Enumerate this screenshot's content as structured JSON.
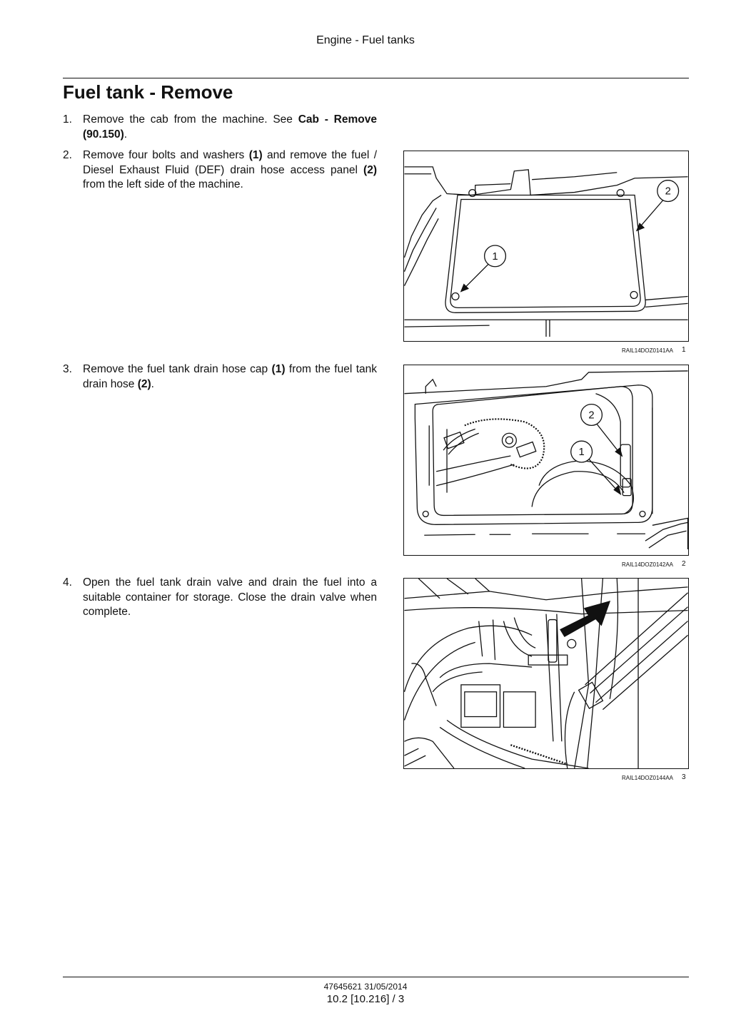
{
  "header": {
    "section_title": "Engine - Fuel tanks"
  },
  "page_title": "Fuel tank - Remove",
  "steps": [
    {
      "num": "1.",
      "t1": "Remove the cab from the machine.  See ",
      "b1": "Cab - Remove (90.150)",
      "t2": "."
    },
    {
      "num": "2.",
      "t1": "Remove four bolts and washers ",
      "b1": "(1)",
      "t2": " and remove the fuel / Diesel Exhaust Fluid (DEF) drain hose access panel ",
      "b2": "(2)",
      "t3": " from the left side of the machine."
    },
    {
      "num": "3.",
      "t1": "Remove the fuel tank drain hose cap ",
      "b1": "(1)",
      "t2": " from the fuel tank drain hose ",
      "b2": "(2)",
      "t3": "."
    },
    {
      "num": "4.",
      "t1": "Open the fuel tank drain valve and drain the fuel into a suitable container for storage.  Close the drain valve when complete."
    }
  ],
  "figures": [
    {
      "code": "RAIL14DOZ0141AA",
      "number": "1",
      "callouts": [
        "1",
        "2"
      ]
    },
    {
      "code": "RAIL14DOZ0142AA",
      "number": "2",
      "callouts": [
        "2",
        "1"
      ]
    },
    {
      "code": "RAIL14DOZ0144AA",
      "number": "3"
    }
  ],
  "footer": {
    "doc_code": "47645621 31/05/2014",
    "page_ref": "10.2 [10.216] / 3"
  }
}
